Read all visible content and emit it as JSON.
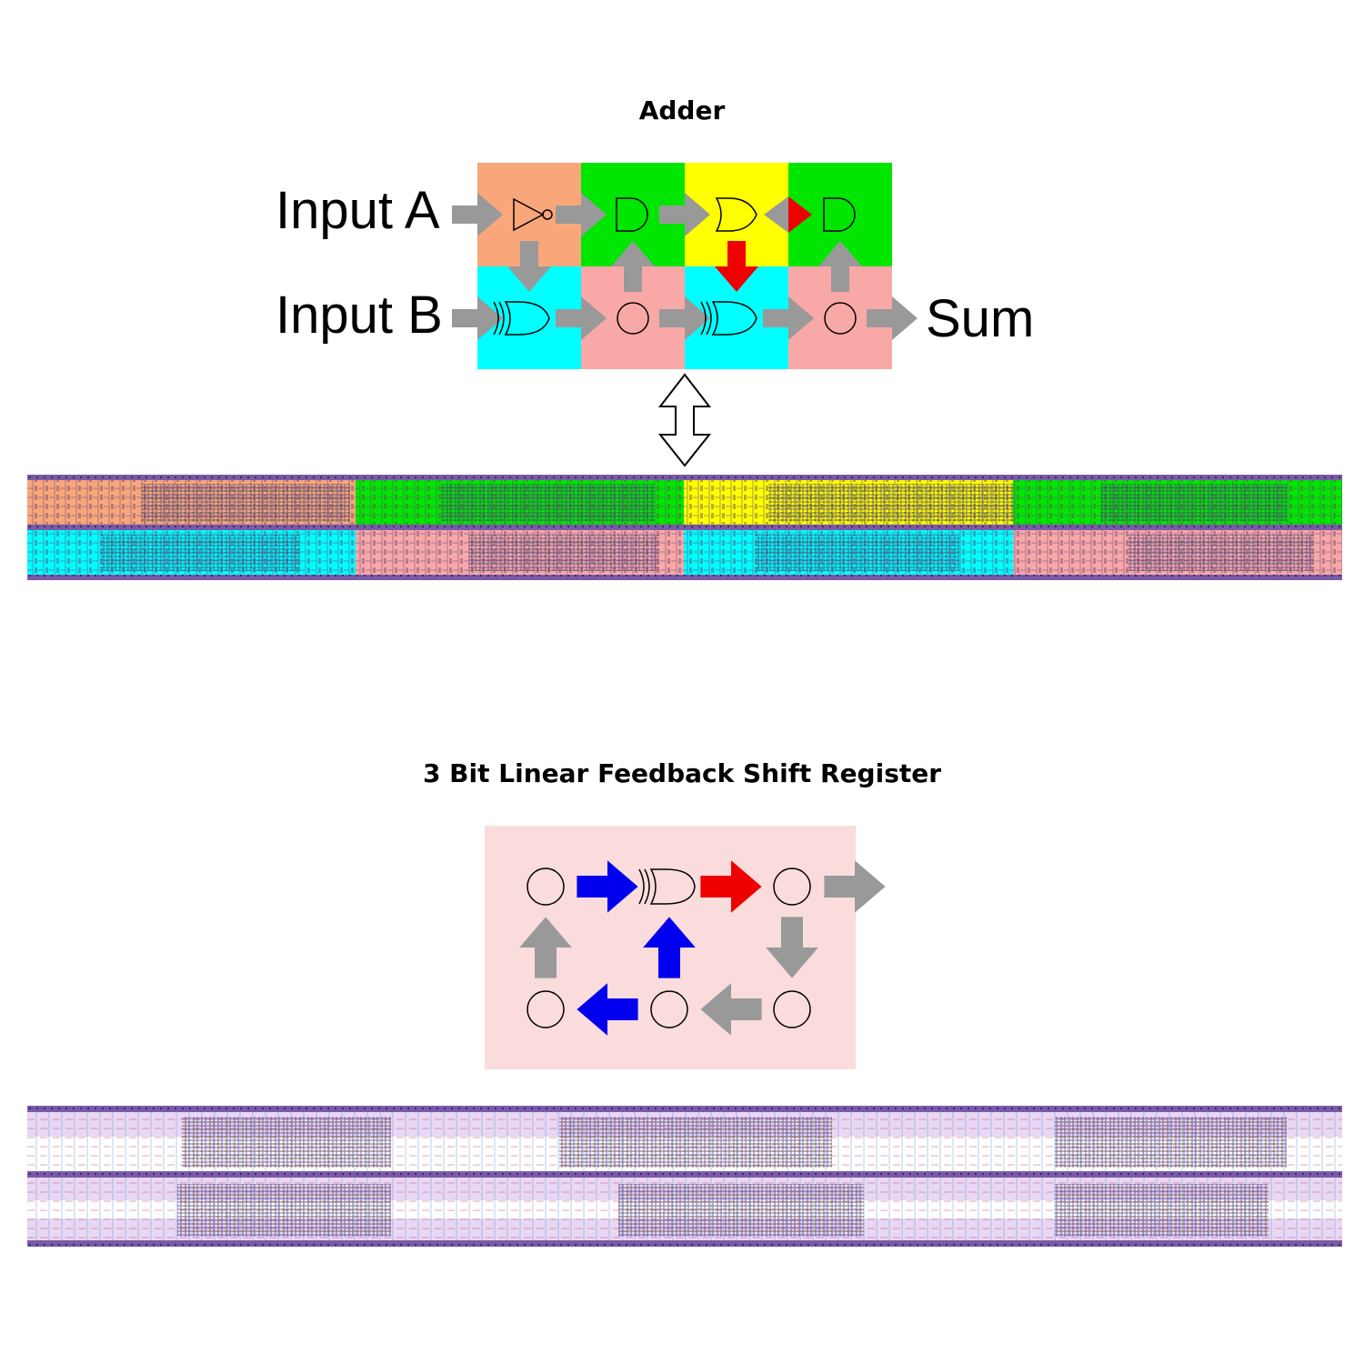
{
  "adder": {
    "title": "Adder",
    "input_a": "Input A",
    "input_b": "Input B",
    "sum": "Sum",
    "cell_colors": {
      "orange": "#F9A77A",
      "green": "#00E600",
      "yellow": "#FFFF00",
      "cyan": "#00FFFF",
      "pink": "#F9A8A8"
    }
  },
  "lfsr": {
    "title": "3 Bit Linear Feedback Shift Register",
    "panel_color": "#FADCDC"
  },
  "arrow_colors": {
    "gray": "#999999",
    "red": "#EE0000",
    "blue": "#0000EE"
  }
}
